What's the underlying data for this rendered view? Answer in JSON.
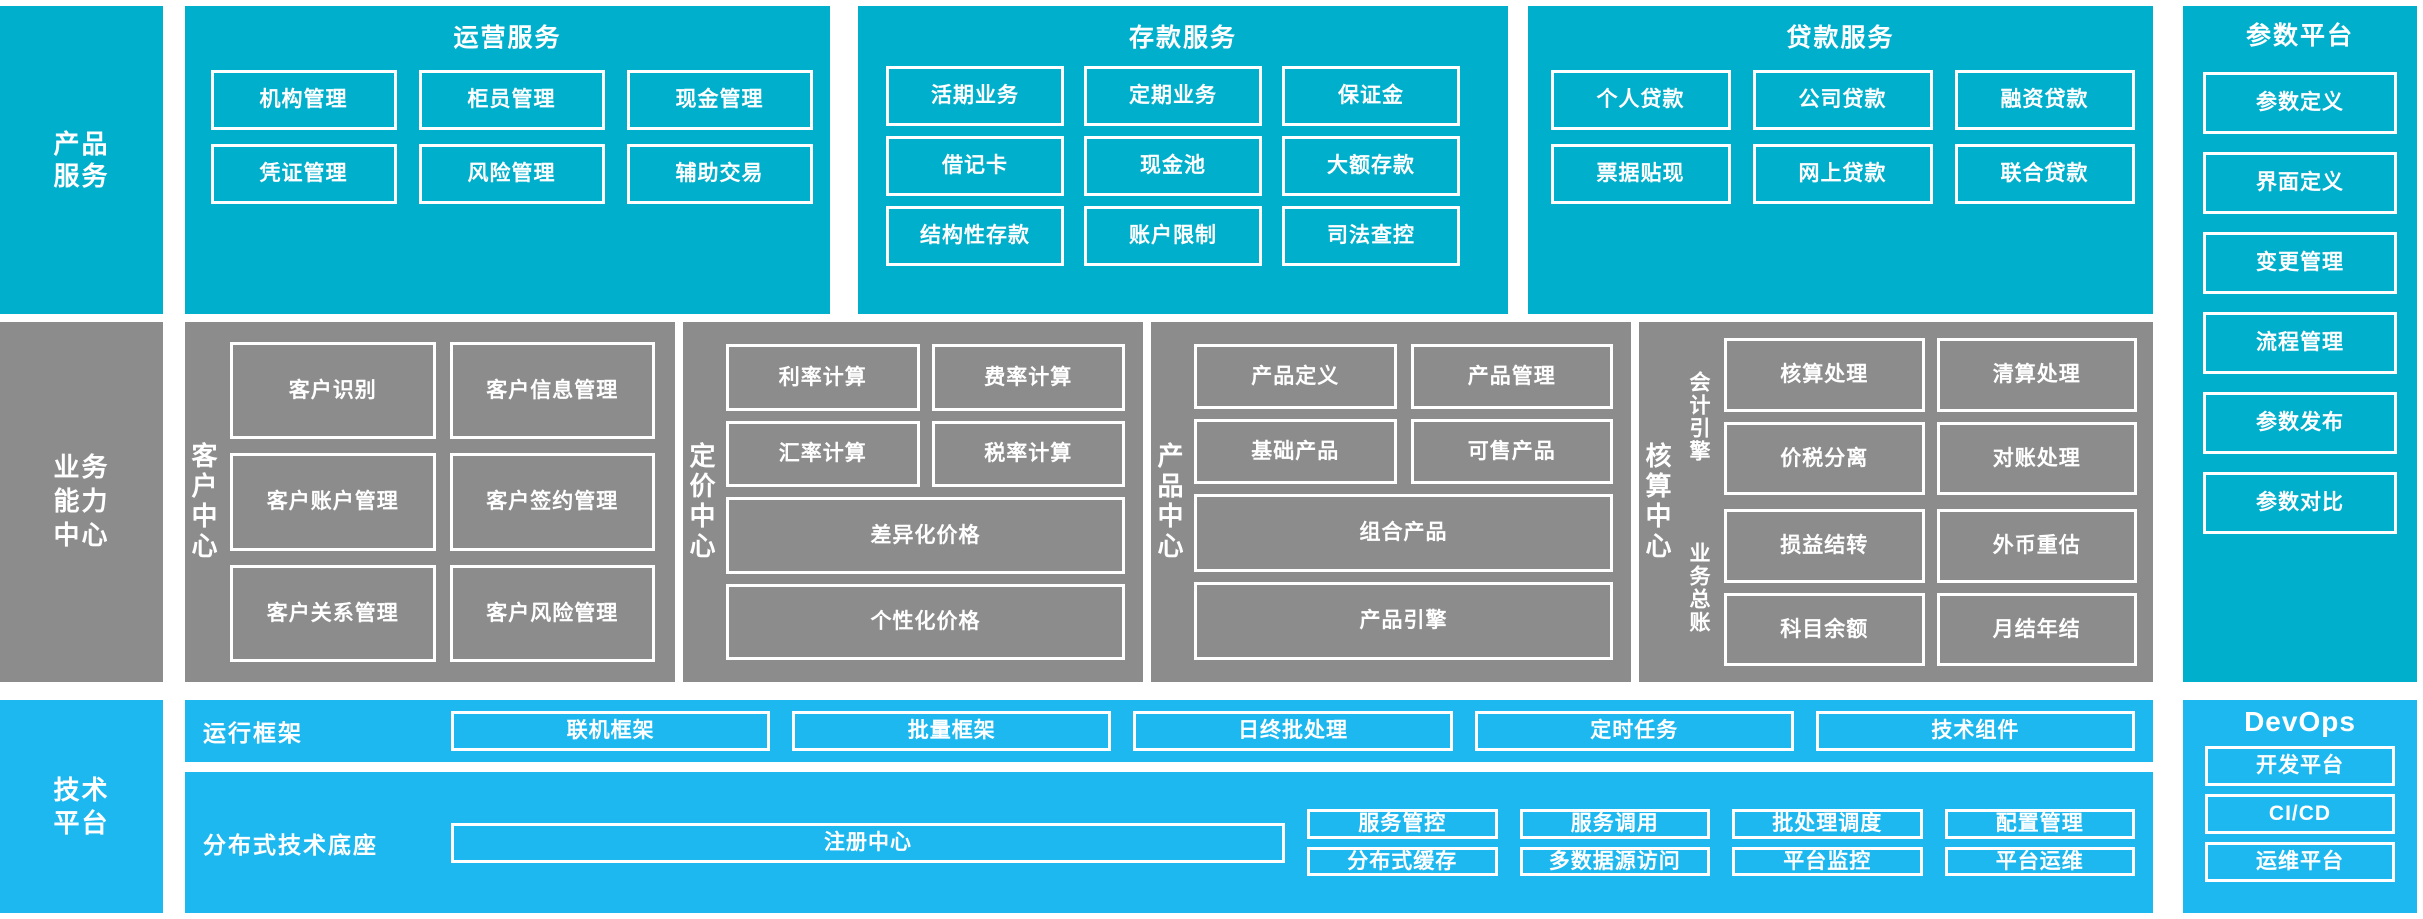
{
  "colors": {
    "product_teal": "#00AFCB",
    "capability_gray": "#8C8C8C",
    "platform_blue": "#1EB8F0",
    "box_border": "#FFFFFF",
    "text": "#FFFFFF"
  },
  "bands": {
    "product_services": {
      "side_label": "产品\n服务",
      "side_label_line1": "产品",
      "side_label_line2": "服务",
      "panels": [
        {
          "title": "运营服务",
          "items": [
            "机构管理",
            "柜员管理",
            "现金管理",
            "凭证管理",
            "风险管理",
            "辅助交易"
          ]
        },
        {
          "title": "存款服务",
          "items": [
            "活期业务",
            "定期业务",
            "保证金",
            "借记卡",
            "现金池",
            "大额存款",
            "结构性存款",
            "账户限制",
            "司法查控"
          ]
        },
        {
          "title": "贷款服务",
          "items": [
            "个人贷款",
            "公司贷款",
            "融资贷款",
            "票据贴现",
            "网上贷款",
            "联合贷款"
          ]
        }
      ]
    },
    "business_capability": {
      "side_label_line1": "业务",
      "side_label_line2": "能力",
      "side_label_line3": "中心",
      "centers": [
        {
          "label": "客户中心",
          "items": [
            "客户识别",
            "客户信息管理",
            "客户账户管理",
            "客户签约管理",
            "客户关系管理",
            "客户风险管理"
          ]
        },
        {
          "label": "定价中心",
          "items": [
            "利率计算",
            "费率计算",
            "汇率计算",
            "税率计算",
            "差异化价格",
            "个性化价格"
          ]
        },
        {
          "label": "产品中心",
          "items": [
            "产品定义",
            "产品管理",
            "基础产品",
            "可售产品",
            "组合产品",
            "产品引擎"
          ]
        },
        {
          "label": "核算中心",
          "groups": [
            {
              "label": "会计引擎",
              "items": [
                "核算处理",
                "清算处理",
                "价税分离",
                "对账处理"
              ]
            },
            {
              "label": "业务总账",
              "items": [
                "损益结转",
                "外币重估",
                "科目余额",
                "月结年结"
              ]
            }
          ]
        }
      ]
    },
    "technical_platform": {
      "side_label_line1": "技术",
      "side_label_line2": "平台",
      "rows": [
        {
          "label": "运行框架",
          "items": [
            "联机框架",
            "批量框架",
            "日终批处理",
            "定时任务",
            "技术组件"
          ]
        },
        {
          "label": "分布式技术底座",
          "registry": "注册中心",
          "columns": [
            [
              "服务管控",
              "分布式缓存"
            ],
            [
              "服务调用",
              "多数据源访问"
            ],
            [
              "批处理调度",
              "平台监控"
            ],
            [
              "配置管理",
              "平台运维"
            ]
          ]
        }
      ]
    }
  },
  "right_columns": {
    "parameter_platform": {
      "title": "参数平台",
      "items": [
        "参数定义",
        "界面定义",
        "变更管理",
        "流程管理",
        "参数发布",
        "参数对比"
      ]
    },
    "devops": {
      "title": "DevOps",
      "items": [
        "开发平台",
        "CI/CD",
        "运维平台"
      ]
    }
  }
}
